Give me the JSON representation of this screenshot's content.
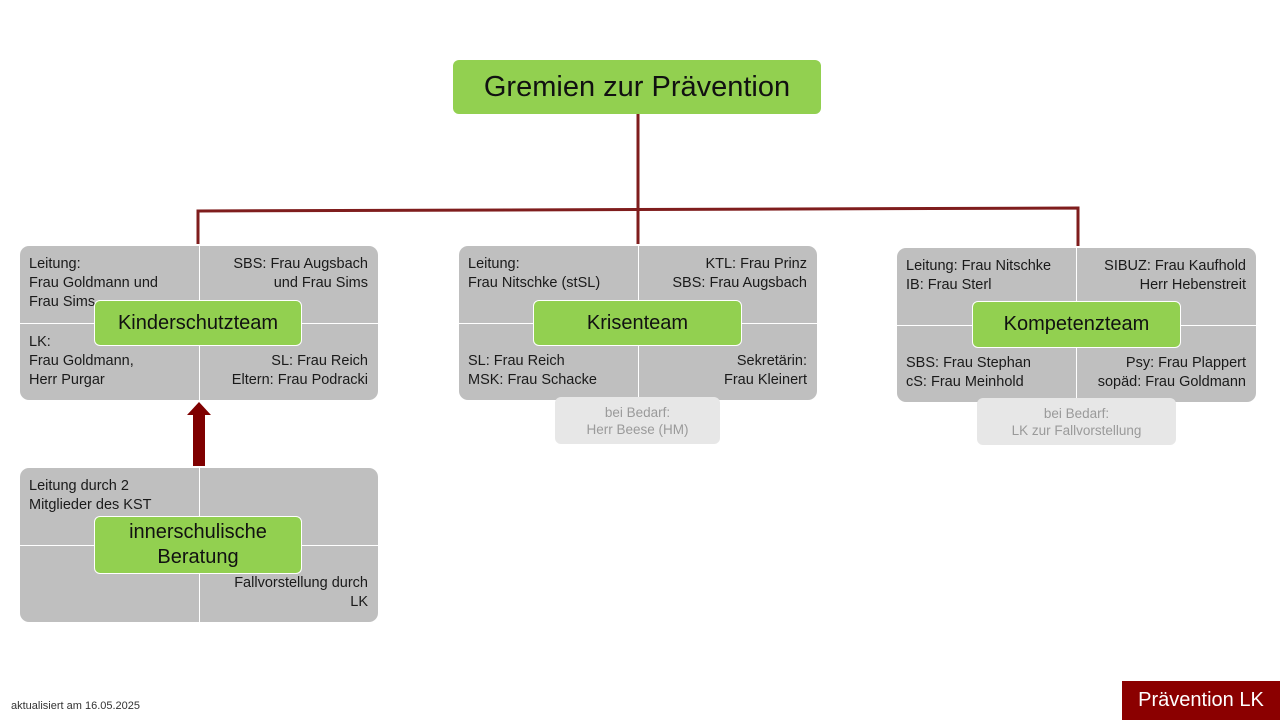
{
  "title": "Gremien zur Prävention",
  "groups": {
    "kinderschutz": {
      "label": "Kinderschutzteam",
      "top_left": "Leitung:\nFrau Goldmann und\nFrau Sims",
      "top_right": "SBS: Frau Augsbach\nund Frau Sims",
      "bottom_left": "LK:\nFrau Goldmann,\nHerr Purgar",
      "bottom_right": "SL: Frau Reich\nEltern: Frau Podracki"
    },
    "krisen": {
      "label": "Krisenteam",
      "top_left": "Leitung:\nFrau Nitschke (stSL)",
      "top_right": "KTL: Frau Prinz\nSBS: Frau Augsbach",
      "bottom_left": "SL: Frau Reich\nMSK: Frau Schacke",
      "bottom_right": "Sekretärin:\nFrau Kleinert",
      "extra": "bei Bedarf:\nHerr Beese (HM)"
    },
    "kompetenz": {
      "label": "Kompetenzteam",
      "top_left": "Leitung: Frau Nitschke\nIB: Frau Sterl",
      "top_right": "SIBUZ: Frau Kaufhold\nHerr Hebenstreit",
      "bottom_left": "SBS: Frau Stephan\ncS: Frau Meinhold",
      "bottom_right": "Psy: Frau Plappert\nsopäd: Frau Goldmann",
      "extra": "bei Bedarf:\nLK zur Fallvorstellung"
    },
    "beratung": {
      "label": "innerschulische Beratung",
      "top_left": "Leitung durch 2\nMitglieder des KST",
      "top_right": "",
      "bottom_left": "",
      "bottom_right": "Fallvorstellung durch\nLK"
    }
  },
  "footer": {
    "date": "aktualisiert am 16.05.2025",
    "badge": "Prävention LK"
  },
  "colors": {
    "green": "#92d050",
    "gray": "#bfbfbf",
    "light_gray": "#e7e7e7",
    "dark_red": "#8b0000",
    "connector": "#7f1d1d"
  }
}
